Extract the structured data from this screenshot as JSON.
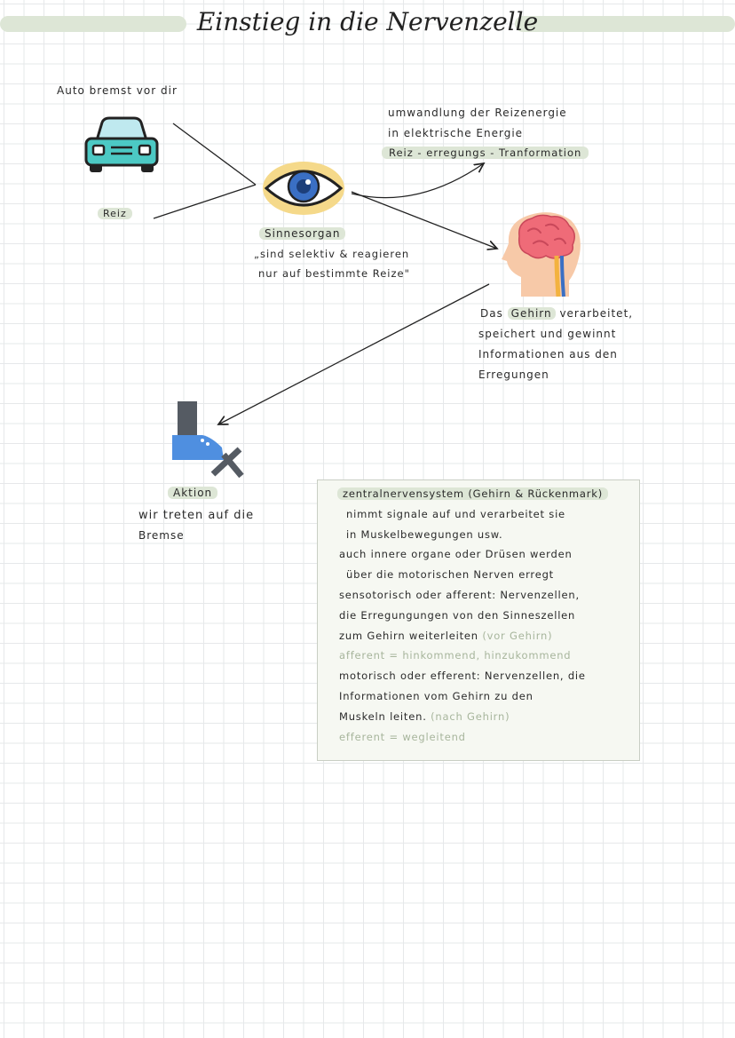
{
  "title": "Einstieg in die Nervenzelle",
  "labels": {
    "car_caption": "Auto bremst vor dir",
    "reiz": "Reiz",
    "conversion_line1": "umwandlung der Reizenergie",
    "conversion_line2": "in elektrische Energie",
    "conversion_highlight": "Reiz - erregungs - Tranformation",
    "sense_organ": "Sinnesorgan",
    "sense_note_line1": "„sind selektiv & reagieren",
    "sense_note_line2": "nur auf bestimmte Reize\"",
    "brain_line1_pre": "Das ",
    "brain_line1_hl": "Gehirn",
    "brain_line1_post": " verarbeitet,",
    "brain_line2": "speichert und gewinnt",
    "brain_line3": "Informationen aus den",
    "brain_line4": "Erregungen",
    "action": "Aktion",
    "action_note_line1": "wir treten auf die",
    "action_note_line2": "Bremse"
  },
  "box": {
    "heading": "zentralnervensystem (Gehirn & Rückenmark)",
    "lines": [
      "nimmt signale auf und verarbeitet sie",
      "in Muskelbewegungen usw.",
      "auch innere organe oder Drüsen werden",
      "über die motorischen Nerven erregt",
      "sensotorisch oder afferent: Nervenzellen,",
      "die Erregungungen von den Sinneszellen"
    ],
    "line7": "zum Gehirn  weiterleiten",
    "line7_muted": " (vor Gehirn)",
    "line8_muted": "afferent = hinkommend, hinzukommend",
    "line9": "motorisch oder efferent: Nervenzellen, die",
    "line10": "Informationen vom Gehirn zu den",
    "line11": "Muskeln  leiten.",
    "line11_muted": " (nach Gehirn)",
    "line12_muted": "efferent = wegleitend"
  },
  "icons": {
    "car": "car-icon",
    "eye": "eye-icon",
    "brain": "brain-head-icon",
    "foot": "foot-on-pedal-icon"
  },
  "colors": {
    "highlight": "#dde6d6",
    "car_teal": "#4cc9c4",
    "eye_iris": "#3a6fc4",
    "eye_glow": "#f5d98a",
    "brain_pink": "#ef6b78",
    "skin": "#f7c9a8",
    "shoe_blue": "#4f8fe0",
    "muted_text": "#a7b59c"
  }
}
